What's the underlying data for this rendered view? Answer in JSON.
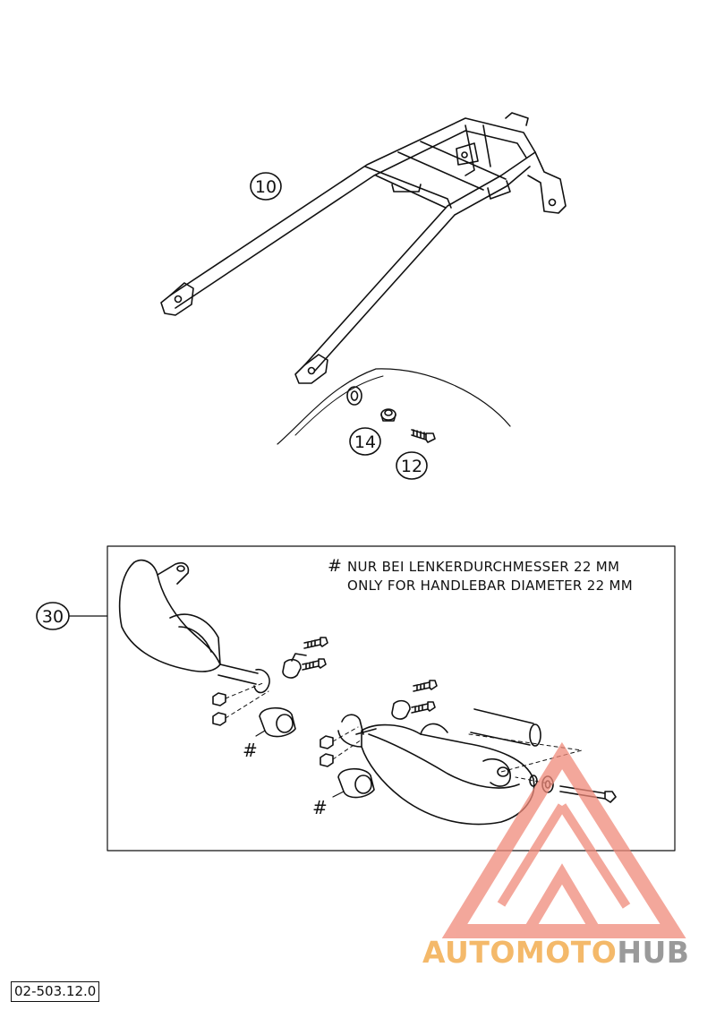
{
  "diagram": {
    "callouts": [
      {
        "id": "rack",
        "label": "10"
      },
      {
        "id": "washer",
        "label": "14"
      },
      {
        "id": "screw",
        "label": "12"
      },
      {
        "id": "handguard-kit",
        "label": "30"
      }
    ],
    "note": {
      "symbol": "#",
      "line_de": "NUR BEI LENKERDURCHMESSER 22 MM",
      "line_en": "ONLY FOR HANDLEBAR DIAMETER 22 MM"
    },
    "part_markers": [
      "#",
      "#"
    ],
    "document_code": "02-503.12.0"
  },
  "watermark": {
    "text_part1": "AUTOMOTO",
    "text_part2": "HUB",
    "colors": {
      "triangle": "#f08a7a",
      "text_light": "#f4b96a",
      "text_dark": "#9a9a9a"
    }
  },
  "colors": {
    "line": "#111111",
    "background": "#ffffff"
  }
}
